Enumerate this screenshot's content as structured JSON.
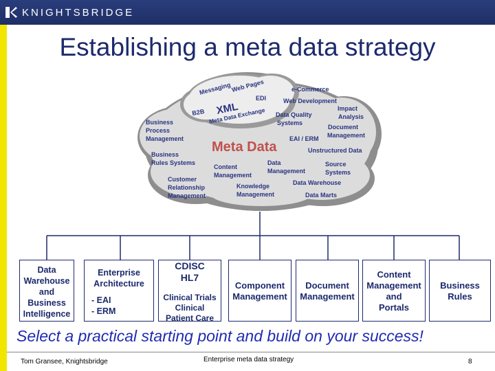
{
  "header": {
    "logo_text": "KNIGHTSBRIDGE",
    "color": "#1f2f66"
  },
  "accent": {
    "strip": "#f2e600",
    "title": "#1c2a6b",
    "tagline": "#1f2bb0"
  },
  "title": "Establishing a meta data strategy",
  "cloud": {
    "center": "Meta Data",
    "xml": "XML",
    "items": [
      "Messaging",
      "Web Pages",
      "e-Commerce",
      "Web Development",
      "EDI",
      "B2B",
      "Meta Data Exchange",
      "Impact",
      "Analysis",
      "Data Quality",
      "Systems",
      "Document",
      "Management",
      "Business",
      "Process",
      "Management",
      "EAI / ERM",
      "Unstructured Data",
      "Business",
      "Rules Systems",
      "Content",
      "Management",
      "Data",
      "Management",
      "Source",
      "Systems",
      "Customer",
      "Relationship",
      "Management",
      "Knowledge",
      "Management",
      "Data Warehouse",
      "Data Marts"
    ]
  },
  "boxes": [
    {
      "lines": [
        "Data",
        "Warehouse",
        "and",
        "Business",
        "Intelligence"
      ]
    },
    {
      "lines": [
        "Enterprise",
        "Architecture",
        "",
        "- EAI",
        "- ERM"
      ]
    },
    {
      "lines": [
        "CDISC",
        "HL7",
        "",
        "Clinical Trials",
        "Clinical",
        "Patient Care"
      ]
    },
    {
      "lines": [
        "Component",
        "Management"
      ]
    },
    {
      "lines": [
        "Document",
        "Management"
      ]
    },
    {
      "lines": [
        "Content",
        "Management",
        "and",
        "Portals"
      ]
    },
    {
      "lines": [
        "Business",
        "Rules"
      ]
    }
  ],
  "tagline": "Select a practical starting point and build on your success!",
  "footer": {
    "left": "Tom Gransee, Knightsbridge",
    "center": "Enterprise meta data strategy",
    "page": "8"
  }
}
